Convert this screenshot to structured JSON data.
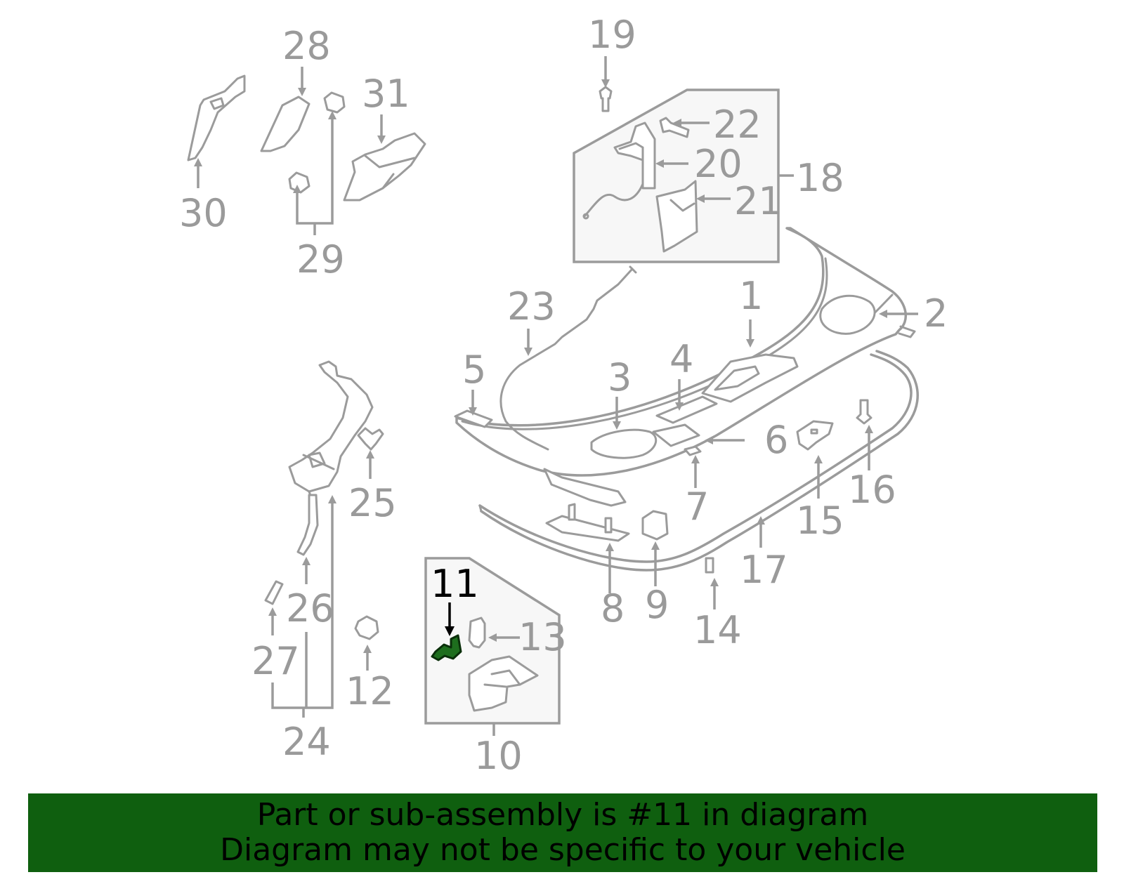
{
  "diagram": {
    "callouts": [
      "1",
      "2",
      "3",
      "4",
      "5",
      "6",
      "7",
      "8",
      "9",
      "10",
      "11",
      "12",
      "13",
      "14",
      "15",
      "16",
      "17",
      "18",
      "19",
      "20",
      "21",
      "22",
      "23",
      "24",
      "25",
      "26",
      "27",
      "28",
      "29",
      "30",
      "31"
    ],
    "highlighted_part": "11"
  },
  "banner": {
    "line1": "Part or sub-assembly is #11 in diagram",
    "line2": "Diagram may not be specific to your vehicle"
  },
  "colors": {
    "banner_bg": "#0f5f0f",
    "highlight": "#1e6e1e",
    "line_gray": "#9b9b9b",
    "label_gray": "#9a9a9a"
  }
}
